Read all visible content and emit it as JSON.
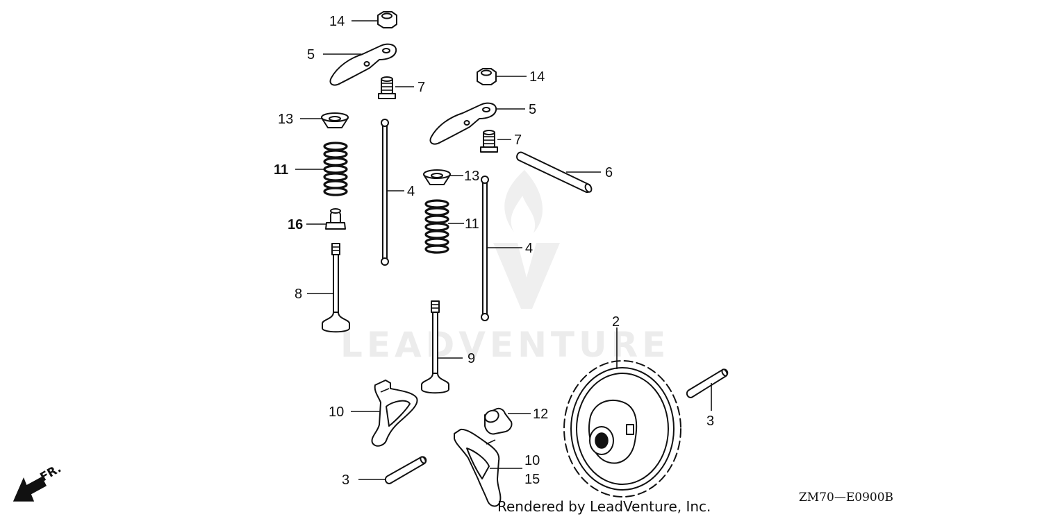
{
  "watermark": {
    "text": "LEADVENTURE"
  },
  "footer": {
    "rendered_by": "Rendered by LeadVenture, Inc.",
    "diagram_code": "ZM70—E0900B"
  },
  "direction": {
    "label": "FR."
  },
  "callouts": {
    "c14a": "14",
    "c5a": "5",
    "c7a": "7",
    "c13a": "13",
    "c11a": "11",
    "c16": "16",
    "c8": "8",
    "c4a": "4",
    "c14b": "14",
    "c5b": "5",
    "c7b": "7",
    "c13b": "13",
    "c11b": "11",
    "c4b": "4",
    "c6": "6",
    "c9": "9",
    "c2": "2",
    "c3a": "3",
    "c3b": "3",
    "c10a": "10",
    "c10b": "10",
    "c15": "15",
    "c12": "12"
  }
}
